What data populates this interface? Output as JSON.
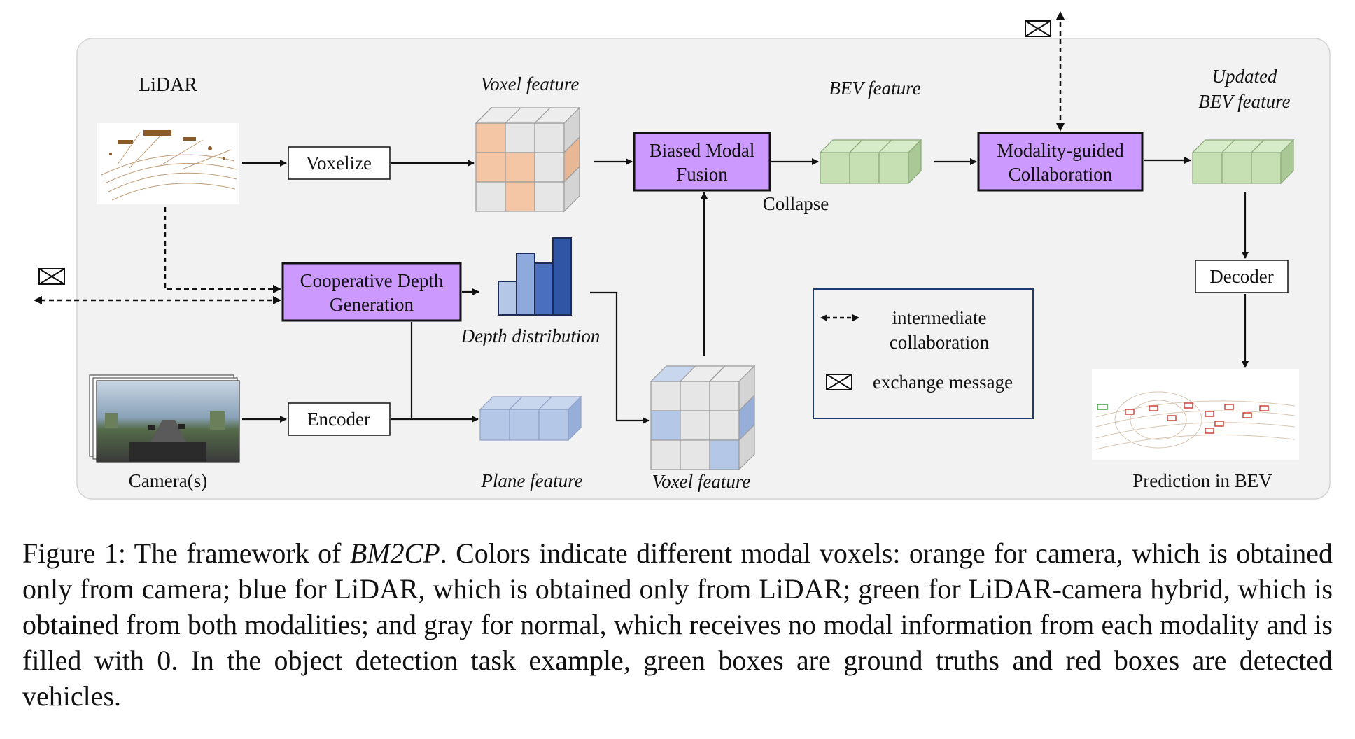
{
  "labels": {
    "lidar": "LiDAR",
    "voxelize": "Voxelize",
    "voxel_feature_top": "Voxel feature",
    "biased_fusion_line1": "Biased Modal",
    "biased_fusion_line2": "Fusion",
    "bev_feature": "BEV feature",
    "collapse": "Collapse",
    "modality_collab_line1": "Modality-guided",
    "modality_collab_line2": "Collaboration",
    "updated_bev_line1": "Updated",
    "updated_bev_line2": "BEV feature",
    "coop_depth_line1": "Cooperative Depth",
    "coop_depth_line2": "Generation",
    "depth_distribution": "Depth distribution",
    "decoder": "Decoder",
    "encoder": "Encoder",
    "plane_feature": "Plane feature",
    "voxel_feature_bottom": "Voxel feature",
    "cameras": "Camera(s)",
    "prediction": "Prediction in BEV"
  },
  "legend": {
    "intermediate_line1": "intermediate",
    "intermediate_line2": "collaboration",
    "exchange": "exchange message"
  },
  "icons": {
    "message": "envelope-icon",
    "bidirectional": "dashed-double-arrow-icon"
  },
  "colors": {
    "module_fill": "#cc99ff",
    "orange_voxel": "#f5c6a5",
    "blue_voxel": "#b4c7e7",
    "green_voxel": "#c6e0b4",
    "gray_voxel": "#e6e6e6",
    "panel_bg": "#f2f2f2"
  },
  "caption": {
    "prefix": "Figure 1: The framework of ",
    "name": "BM2CP",
    "body": ". Colors indicate different modal voxels: orange for camera, which is obtained only from camera; blue for LiDAR, which is obtained only from LiDAR; green for LiDAR-camera hybrid, which is obtained from both modalities; and gray for normal, which receives no modal information from each modality and is filled with 0. In the object detection task example, green boxes are ground truths and red boxes are detected vehicles."
  }
}
